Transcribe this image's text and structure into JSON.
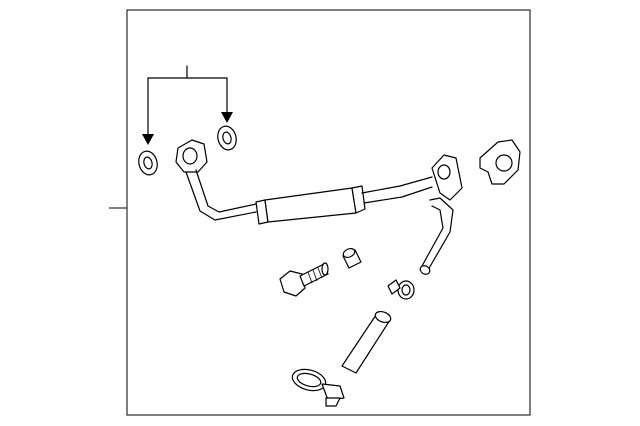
{
  "diagram": {
    "type": "exploded-parts-view",
    "line_color": "#000000",
    "background": "#ffffff",
    "parts": [
      {
        "name": "oil-feed-tube"
      },
      {
        "name": "gasket"
      },
      {
        "name": "washer"
      },
      {
        "name": "bolt"
      },
      {
        "name": "sleeve"
      },
      {
        "name": "hose-clamp"
      },
      {
        "name": "hose"
      }
    ]
  }
}
